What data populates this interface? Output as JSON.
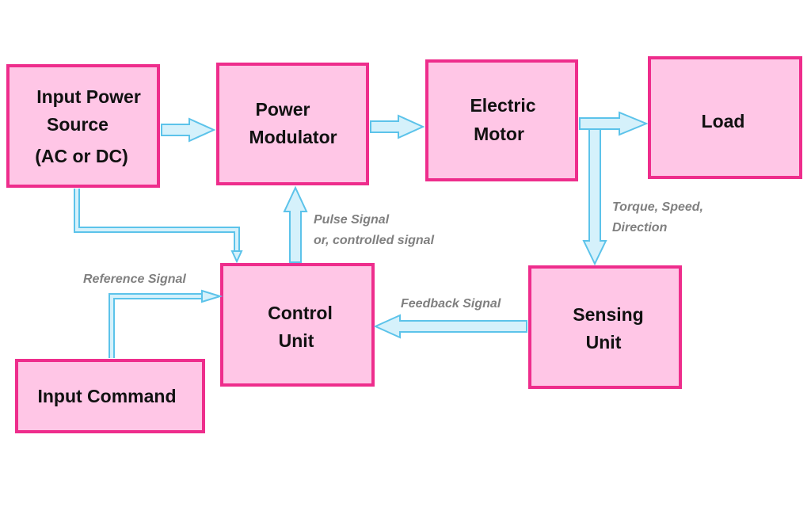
{
  "blocks": {
    "input_power_source": [
      "Input Power",
      "Source",
      "(AC or DC)"
    ],
    "power_modulator": [
      "Power",
      "Modulator"
    ],
    "electric_motor": [
      "Electric",
      "Motor"
    ],
    "load": [
      "Load"
    ],
    "control_unit": [
      "Control",
      "Unit"
    ],
    "sensing_unit": [
      "Sensing",
      "Unit"
    ],
    "input_command": [
      "Input Command"
    ]
  },
  "signals": {
    "pulse": [
      "Pulse Signal",
      "or, controlled signal"
    ],
    "torque": [
      "Torque, Speed,",
      "Direction"
    ],
    "reference": [
      "Reference Signal"
    ],
    "feedback": [
      "Feedback Signal"
    ]
  },
  "colors": {
    "box_fill": "#ffc6e6",
    "box_border": "#ee2d8c",
    "arrow_fill": "#d5f1fb",
    "arrow_stroke": "#5cc3ea",
    "label_gray": "#808080"
  }
}
